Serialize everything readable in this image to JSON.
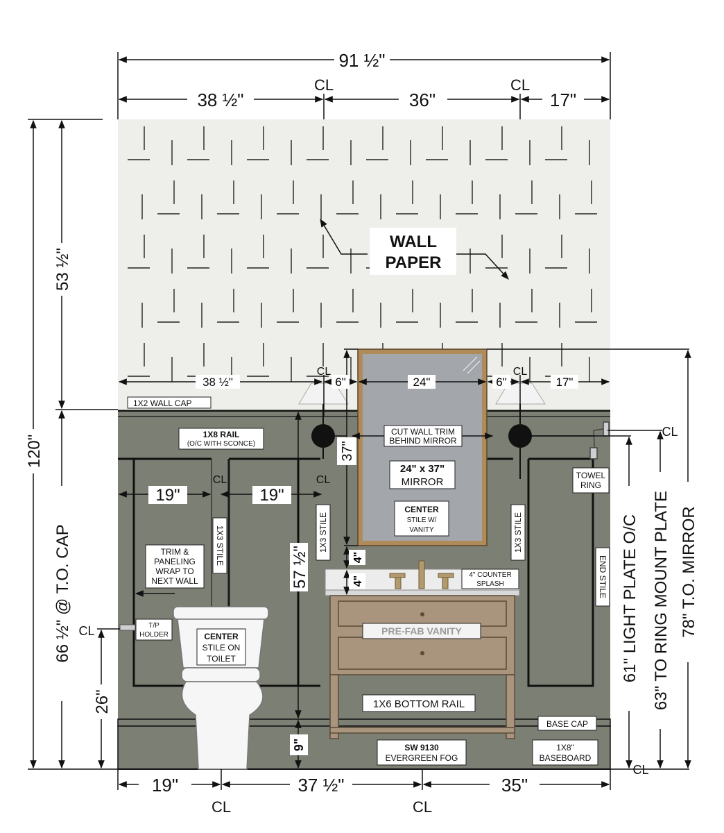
{
  "top_dims": {
    "overall": "91 ½\"",
    "seg1": "38 ½\"",
    "seg2": "36\"",
    "seg3": "17\""
  },
  "mid_dims": {
    "seg1": "38 ½\"",
    "seg2": "6\"",
    "seg3": "24\"",
    "seg4": "6\"",
    "seg5": "17\""
  },
  "bottom_dims": {
    "seg1": "19\"",
    "seg2": "37 ½\"",
    "seg3": "35\""
  },
  "panel_dims": {
    "left": "19\"",
    "right": "19\""
  },
  "left_dims": {
    "overall": "120\"",
    "wallpaper": "53 ½\"",
    "cap": "66 ½\" @ T.O. CAP",
    "tp": "26\""
  },
  "inner_dims": {
    "rail": "57 ½\"",
    "mirror_h": "37\"",
    "four_a": "4\"",
    "four_b": "4\"",
    "base": "9\""
  },
  "right_dims": {
    "light": "61\" LIGHT PLATE O/C",
    "ring": "63\" TO RING MOUNT PLATE",
    "mirror": "78\" T.O. MIRROR"
  },
  "centerline": "CL",
  "labels": {
    "wallpaper_1": "WALL",
    "wallpaper_2": "PAPER",
    "wall_cap": "1X2 WALL CAP",
    "rail_1": "1X8 RAIL",
    "rail_2": "(O/C WITH SCONCE)",
    "cut_trim_1": "CUT WALL TRIM",
    "cut_trim_2": "BEHIND MIRROR",
    "mirror_1": "24\" x 37\"",
    "mirror_2": "MIRROR",
    "center_stile_1": "CENTER",
    "center_stile_2": "STILE W/",
    "center_stile_3": "VANITY",
    "stile_left": "1X3 STILE",
    "stile_mid": "1X3 STILE",
    "stile_right": "1X3 STILE",
    "end_stile": "END STILE",
    "towel_1": "TOWEL",
    "towel_2": "RING",
    "trim_1": "TRIM &",
    "trim_2": "PANELING",
    "trim_3": "WRAP TO",
    "trim_4": "NEXT WALL",
    "tp_1": "T/P",
    "tp_2": "HOLDER",
    "toilet_1": "CENTER",
    "toilet_2": "STILE ON",
    "toilet_3": "TOILET",
    "splash_1": "4\" COUNTER",
    "splash_2": "SPLASH",
    "vanity": "PRE-FAB VANITY",
    "bottom_rail": "1X6 BOTTOM RAIL",
    "base_cap": "BASE CAP",
    "paint_1": "SW 9130",
    "paint_2": "EVERGREEN FOG",
    "baseboard_1": "1X8\"",
    "baseboard_2": "BASEBOARD"
  },
  "colors": {
    "panel": "#7c7f74",
    "wallpaper": "#eeeeea",
    "mirror_glass": "#a3a6ab",
    "mirror_frame": "#b08b5a",
    "vanity": "#a9957d",
    "countertop": "#ececec",
    "toilet": "#f6f6f6"
  }
}
